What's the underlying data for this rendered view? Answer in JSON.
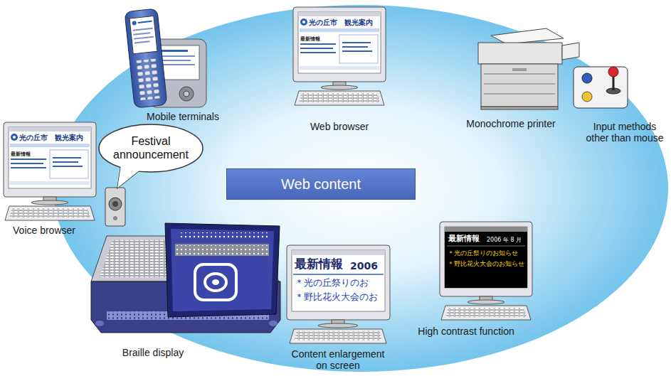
{
  "diagram": {
    "nodes": [
      {
        "text": [
          "Festival announcement"
        ]
      },
      {
        "text": [
          "Web content"
        ]
      }
    ],
    "labels": [
      "Mobile terminals",
      "Web browser",
      "Monochrome printer",
      "Input methods other than mouse",
      "Voice browser",
      "High contrast function",
      "Braille display",
      "Content enlargement on screen",
      "光の丘市　観光案内",
      "最新情報",
      "光の丘市　観光案内",
      "最新情報",
      "最新情報",
      "2006",
      "＊光の丘祭りのお",
      "＊野比花火大会のお",
      "最新情報",
      "2006 年 8 月",
      "＊光の丘祭りのお知らせ",
      "＊野比花火大会のお知らせ"
    ]
  }
}
